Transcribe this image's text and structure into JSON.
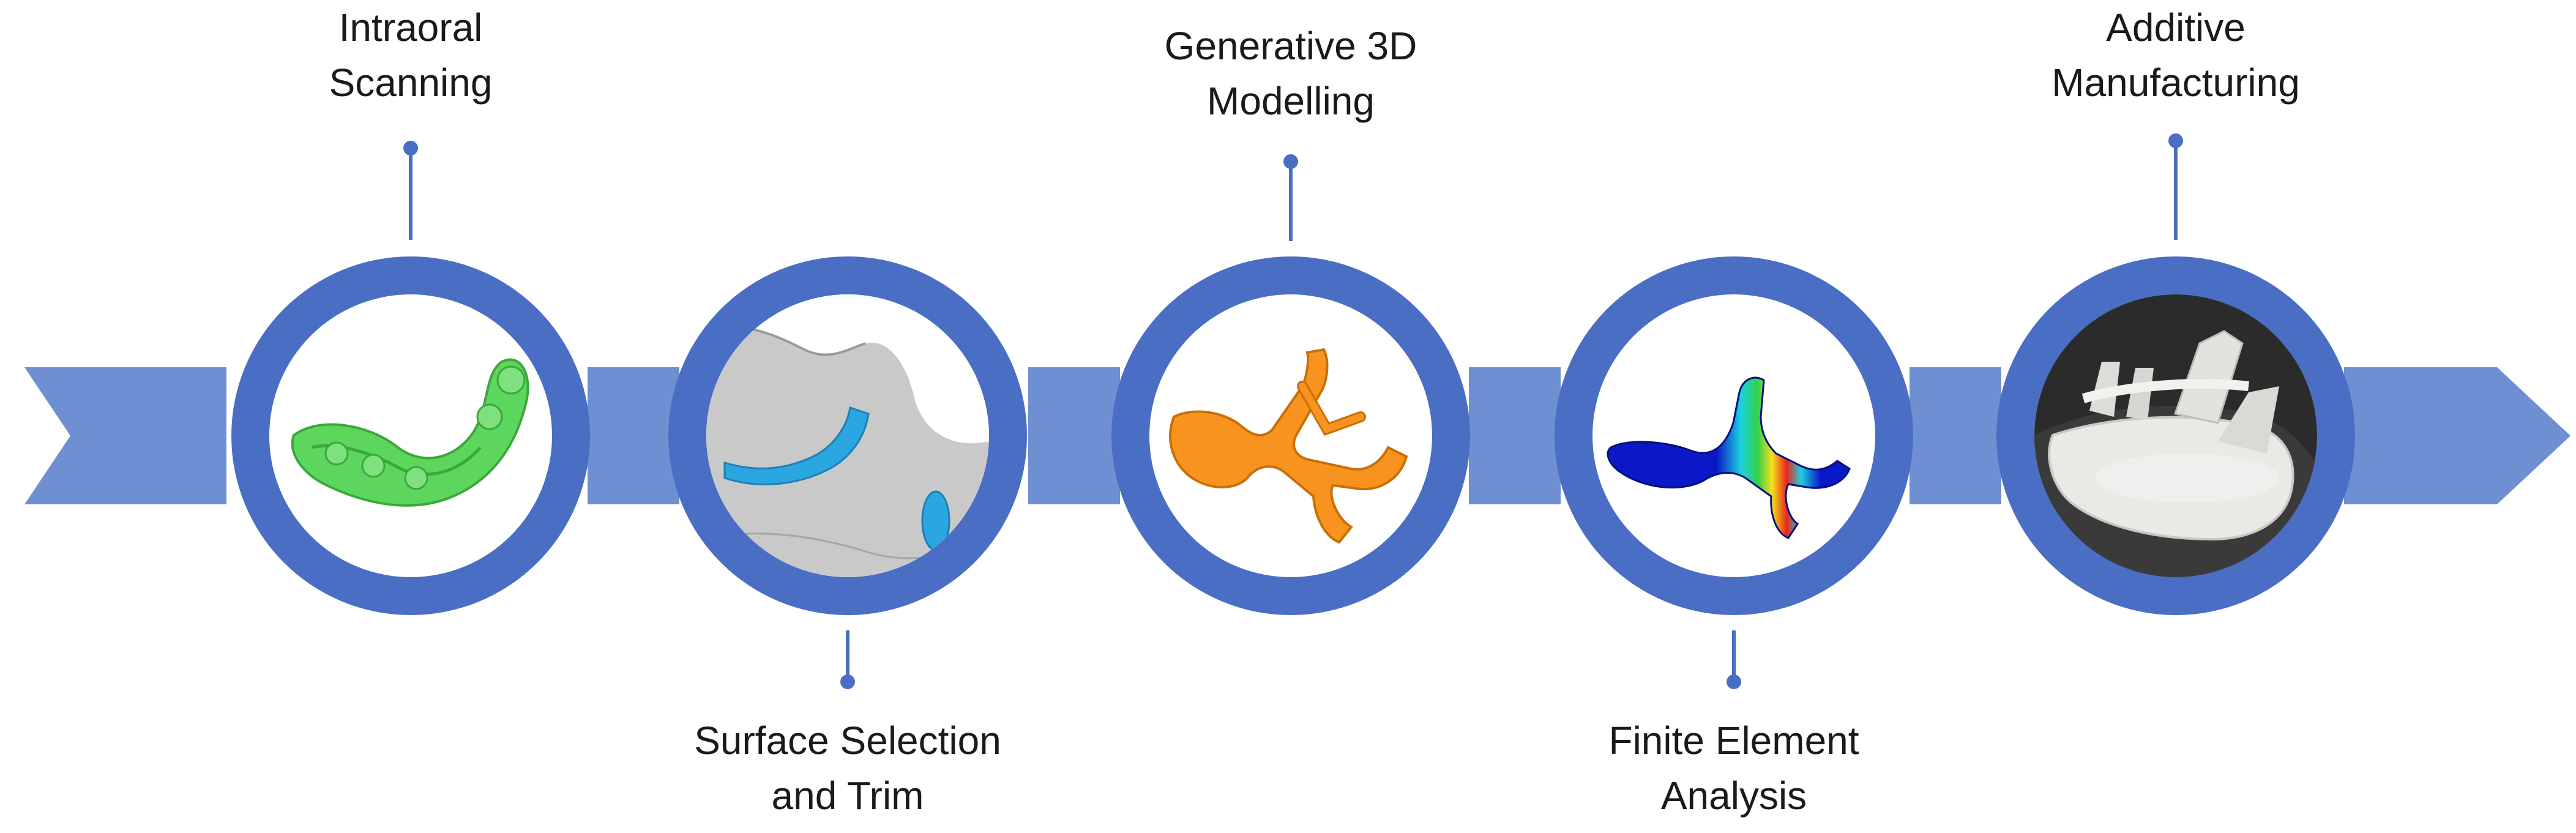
{
  "colors": {
    "arrow": "#6f8fd3",
    "ring": "#4a6ec4",
    "text": "#1a1a1a"
  },
  "steps": [
    {
      "line1": "Intraoral",
      "line2": "Scanning",
      "icon": "green-dental-scan-image"
    },
    {
      "line1": "Surface Selection",
      "line2": "and Trim",
      "icon": "grey-surface-selection-image"
    },
    {
      "line1": "Generative 3D",
      "line2": "Modelling",
      "icon": "orange-3d-model-image"
    },
    {
      "line1": "Finite Element",
      "line2": "Analysis",
      "icon": "fea-stress-map-image"
    },
    {
      "line1": "Additive",
      "line2": "Manufacturing",
      "icon": "printed-part-photo"
    }
  ]
}
